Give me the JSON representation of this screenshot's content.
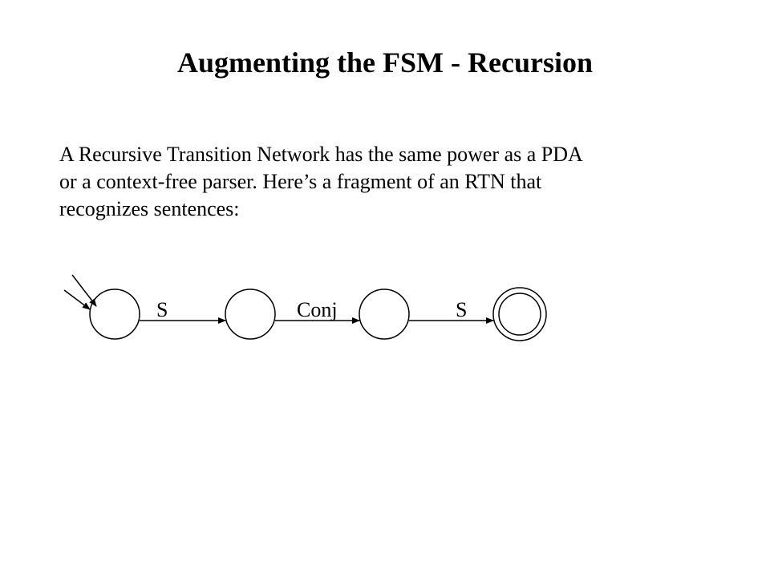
{
  "slide": {
    "title": "Augmenting the FSM - Recursion",
    "body_lines": [
      "A Recursive  Transition Network has the same power as a PDA",
      "or a context-free parser.  Here’s a fragment  of an RTN that",
      "recognizes sentences:"
    ]
  },
  "diagram": {
    "states": [
      {
        "id": "q0",
        "start": true,
        "accepting": false
      },
      {
        "id": "q1",
        "start": false,
        "accepting": false
      },
      {
        "id": "q2",
        "start": false,
        "accepting": false
      },
      {
        "id": "q3",
        "start": false,
        "accepting": true
      }
    ],
    "transitions": [
      {
        "from": "q0",
        "to": "q1",
        "label": "S"
      },
      {
        "from": "q1",
        "to": "q2",
        "label": "Conj"
      },
      {
        "from": "q2",
        "to": "q3",
        "label": "S"
      }
    ],
    "stroke_color": "#000000"
  }
}
